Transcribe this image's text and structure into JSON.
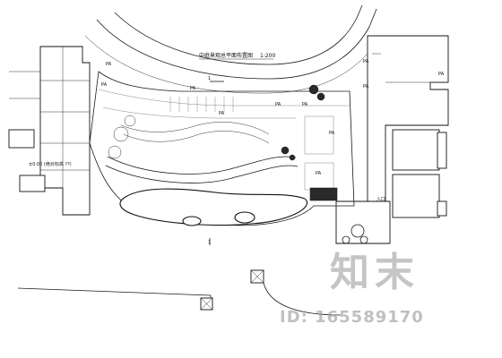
{
  "drawing": {
    "title": "中庭景观总平面布置图",
    "scale": "1:200",
    "section_marker": "1",
    "zone_label": "PA",
    "left_annotation": "±0.00 (绝对标高 ??)",
    "small_label": "入口"
  },
  "watermark": {
    "logo_text": "知末",
    "id_text": "ID: 165589170"
  }
}
